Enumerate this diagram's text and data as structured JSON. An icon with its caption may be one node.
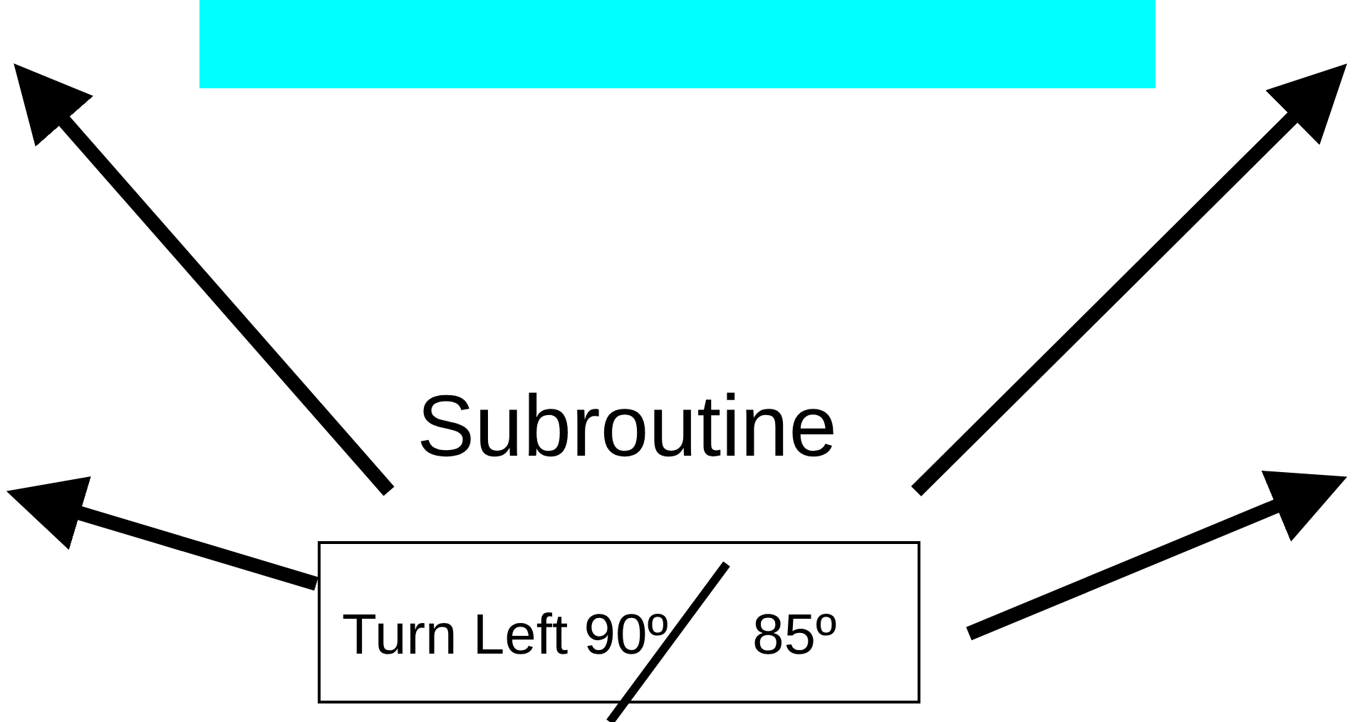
{
  "diagram": {
    "nodes": [
      {
        "text": [],
        "shape": "box"
      },
      {
        "text": [
          "Subroutine",
          "Turn Left 90º",
          "85º"
        ]
      }
    ],
    "edges": [
      {
        "from": 1,
        "to": null,
        "arrow": "to"
      },
      {
        "from": 1,
        "to": null,
        "arrow": "to"
      },
      {
        "from": 1,
        "to": null,
        "arrow": "to"
      },
      {
        "from": 1,
        "to": null,
        "arrow": "to"
      }
    ]
  }
}
